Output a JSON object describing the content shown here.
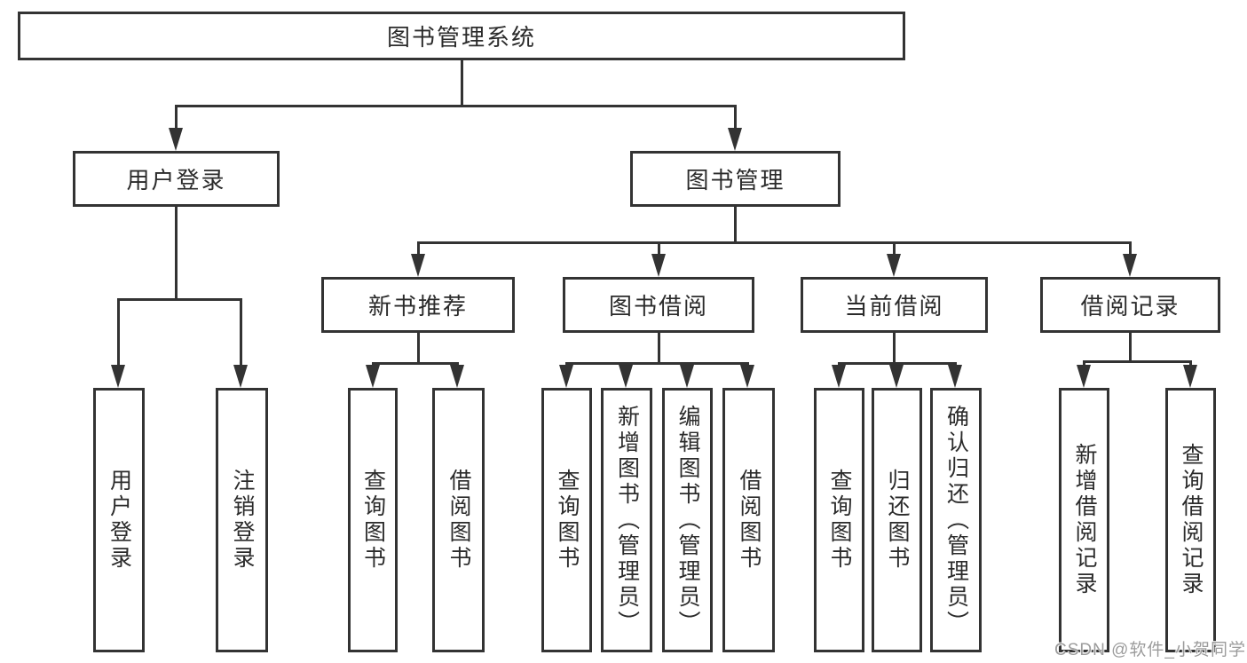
{
  "diagram": {
    "root": {
      "label": "图书管理系统"
    },
    "level2": [
      {
        "label": "用户登录"
      },
      {
        "label": "图书管理"
      }
    ],
    "level3": [
      {
        "label": "新书推荐"
      },
      {
        "label": "图书借阅"
      },
      {
        "label": "当前借阅"
      },
      {
        "label": "借阅记录"
      }
    ],
    "leaves": {
      "user_login": [
        "用户登录",
        "注销登录"
      ],
      "new_book": [
        "查询图书",
        "借阅图书"
      ],
      "book_borrow": [
        "查询图书",
        "新增图书（管理员）",
        "编辑图书（管理员）",
        "借阅图书"
      ],
      "current_borrow": [
        "查询图书",
        "归还图书",
        "确认归还（管理员）"
      ],
      "borrow_record": [
        "新增借阅记录",
        "查询借阅记录"
      ]
    }
  },
  "watermark": {
    "text": "CSDN @软件_小贺同学"
  },
  "colors": {
    "line": "#333333",
    "text": "#2b2b2b",
    "watermark": "#9c9c9c",
    "bg": "#ffffff"
  }
}
